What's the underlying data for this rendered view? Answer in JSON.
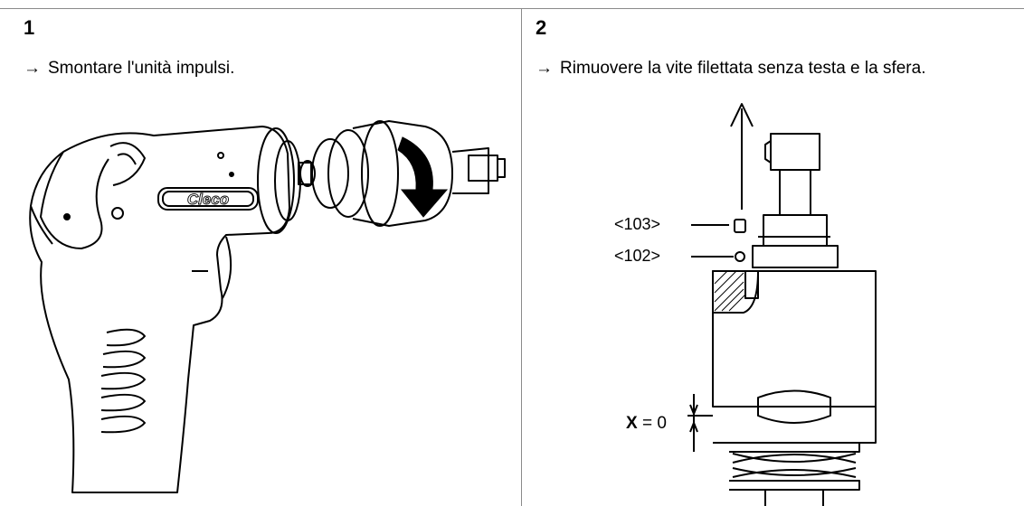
{
  "steps": [
    {
      "number": "1",
      "arrow": "→",
      "instruction": "Smontare l'unità impulsi.",
      "brand_logo": "Cleco"
    },
    {
      "number": "2",
      "arrow": "→",
      "instruction": "Rimuovere la vite filettata senza testa e la sfera.",
      "callouts": {
        "c103": "<103>",
        "c102": "<102>"
      },
      "dimension": {
        "var": "X",
        "rest": " = 0"
      }
    }
  ]
}
